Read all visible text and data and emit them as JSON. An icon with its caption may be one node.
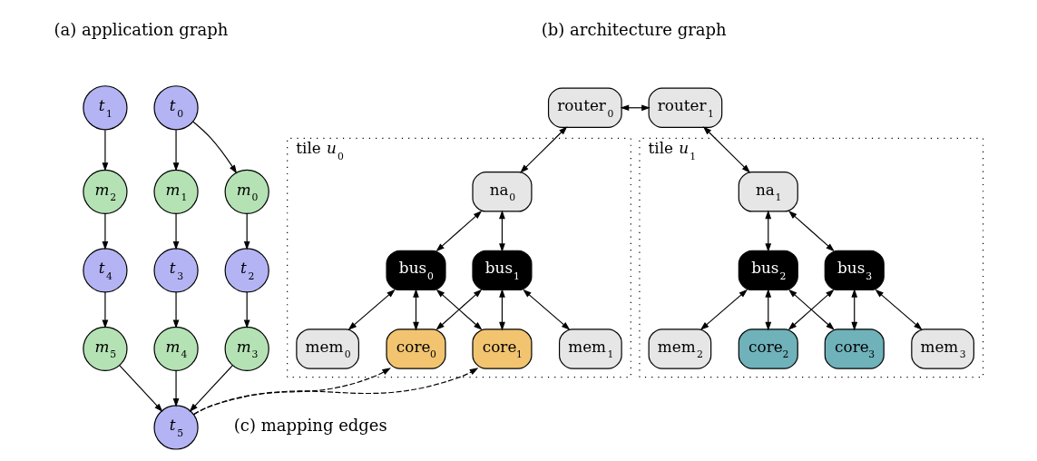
{
  "diagram": {
    "nodes": [
      {
        "text": [
          "*t*$_{0}$"
        ]
      },
      {
        "text": [
          "*t*$_{1}$"
        ]
      },
      {
        "text": [
          "*m*$_{0}$"
        ]
      },
      {
        "text": [
          "*m*$_{1}$"
        ]
      },
      {
        "text": [
          "*m*$_{2}$"
        ]
      },
      {
        "text": [
          "*t*$_{2}$"
        ]
      },
      {
        "text": [
          "*t*$_{3}$"
        ]
      },
      {
        "text": [
          "*t*$_{4}$"
        ]
      },
      {
        "text": [
          "*m*$_{3}$"
        ]
      },
      {
        "text": [
          "*m*$_{4}$"
        ]
      },
      {
        "text": [
          "*m*$_{5}$"
        ]
      },
      {
        "text": [
          "*t*$_{5}$"
        ]
      },
      {
        "text": [
          "router$_{0}$"
        ]
      },
      {
        "text": [
          "router$_{1}$"
        ]
      },
      {
        "text": [
          "tile *u*$_{0}$"
        ]
      },
      {
        "text": [
          "na$_{0}$"
        ],
        "in": 14
      },
      {
        "text": [
          "bus$_{0}$"
        ],
        "in": 14
      },
      {
        "text": [
          "bus$_{1}$"
        ],
        "in": 14
      },
      {
        "text": [
          "mem$_{0}$"
        ],
        "in": 14
      },
      {
        "text": [
          "mem$_{1}$"
        ],
        "in": 14
      },
      {
        "text": [
          "core$_{0}$"
        ],
        "in": 14
      },
      {
        "text": [
          "core$_{1}$"
        ],
        "in": 14
      },
      {
        "text": [
          "tile *u*$_{1}$"
        ]
      },
      {
        "text": [
          "na$_{1}$"
        ],
        "in": 22
      },
      {
        "text": [
          "bus$_{2}$"
        ],
        "in": 22
      },
      {
        "text": [
          "bus$_{3}$"
        ],
        "in": 22
      },
      {
        "text": [
          "mem$_{2}$"
        ],
        "in": 22
      },
      {
        "text": [
          "mem$_{3}$"
        ],
        "in": 22
      },
      {
        "text": [
          "core$_{2}$"
        ],
        "in": 22
      },
      {
        "text": [
          "core$_{3}$"
        ],
        "in": 22
      }
    ],
    "edges": [
      {
        "from": 0,
        "to": 2,
        "arrow": "to"
      },
      {
        "from": 0,
        "to": 3,
        "arrow": "to"
      },
      {
        "from": 1,
        "to": 4,
        "arrow": "to"
      },
      {
        "from": 2,
        "to": 5,
        "arrow": "to"
      },
      {
        "from": 3,
        "to": 6,
        "arrow": "to"
      },
      {
        "from": 4,
        "to": 7,
        "arrow": "to"
      },
      {
        "from": 5,
        "to": 8,
        "arrow": "to"
      },
      {
        "from": 6,
        "to": 9,
        "arrow": "to"
      },
      {
        "from": 7,
        "to": 10,
        "arrow": "to"
      },
      {
        "from": 8,
        "to": 11,
        "arrow": "to"
      },
      {
        "from": 9,
        "to": 11,
        "arrow": "to"
      },
      {
        "from": 10,
        "to": 11,
        "arrow": "to"
      },
      {
        "from": 12,
        "to": 13,
        "arrow": "both"
      },
      {
        "from": 12,
        "to": 15,
        "arrow": "both"
      },
      {
        "from": 13,
        "to": 23,
        "arrow": "both"
      },
      {
        "from": 15,
        "to": 16,
        "arrow": "both"
      },
      {
        "from": 15,
        "to": 17,
        "arrow": "both"
      },
      {
        "from": 16,
        "to": 18,
        "arrow": "both"
      },
      {
        "from": 17,
        "to": 19,
        "arrow": "both"
      },
      {
        "from": 16,
        "to": 20,
        "arrow": "both"
      },
      {
        "from": 16,
        "to": 21,
        "arrow": "both"
      },
      {
        "from": 17,
        "to": 20,
        "arrow": "both"
      },
      {
        "from": 17,
        "to": 21,
        "arrow": "both"
      },
      {
        "from": 23,
        "to": 24,
        "arrow": "both"
      },
      {
        "from": 23,
        "to": 25,
        "arrow": "both"
      },
      {
        "from": 24,
        "to": 26,
        "arrow": "both"
      },
      {
        "from": 25,
        "to": 27,
        "arrow": "both"
      },
      {
        "from": 24,
        "to": 28,
        "arrow": "both"
      },
      {
        "from": 24,
        "to": 29,
        "arrow": "both"
      },
      {
        "from": 25,
        "to": 28,
        "arrow": "both"
      },
      {
        "from": 25,
        "to": 29,
        "arrow": "both"
      },
      {
        "from": 11,
        "to": 20,
        "arrow": "to",
        "style": "dashed"
      },
      {
        "from": 11,
        "to": 21,
        "arrow": "to",
        "style": "dashed"
      }
    ],
    "labels": [
      "(a) application graph",
      "(b) architecture graph",
      "(c) mapping edges"
    ]
  }
}
